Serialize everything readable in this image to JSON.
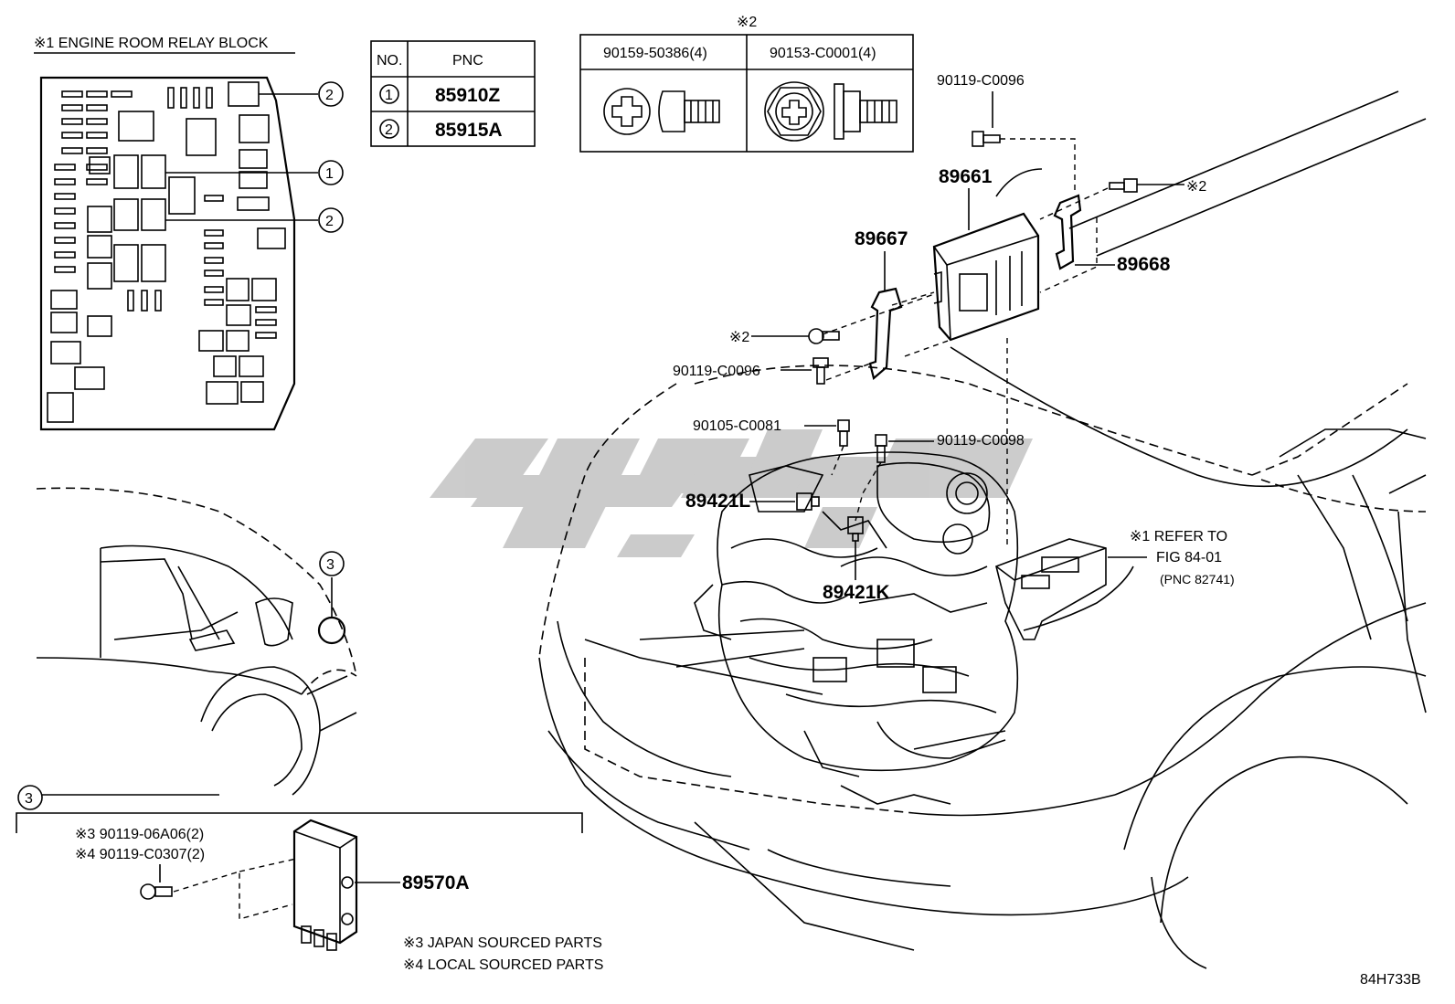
{
  "relay_block": {
    "title": "※1 ENGINE ROOM RELAY BLOCK",
    "callouts": [
      "2",
      "1",
      "2"
    ]
  },
  "pnc_table": {
    "headers": [
      "NO.",
      "PNC"
    ],
    "rows": [
      {
        "no": "1",
        "pnc": "85910Z"
      },
      {
        "no": "2",
        "pnc": "85915A"
      }
    ]
  },
  "screw_table": {
    "note": "※2",
    "col1": "90159-50386(4)",
    "col2": "90153-C0001(4)"
  },
  "parts": {
    "p90119_c0096_top": "90119-C0096",
    "p89661": "89661",
    "note2_right": "※2",
    "p89667": "89667",
    "p89668": "89668",
    "note2_left": "※2",
    "p90119_c0096_left": "90119-C0096",
    "p90105_c0081": "90105-C0081",
    "p90119_c0098": "90119-C0098",
    "p89421l": "89421L",
    "p89421k": "89421K",
    "refer_line1": "※1 REFER TO",
    "refer_line2": "FIG 84-01",
    "refer_line3": "(PNC 82741)"
  },
  "rear_callout": "3",
  "bottom_section": {
    "callout": "3",
    "bolt_line1": "※3 90119-06A06(2)",
    "bolt_line2": "※4 90119-C0307(2)",
    "module_part": "89570A",
    "note3": "※3 JAPAN SOURCED PARTS",
    "note4": "※4 LOCAL SOURCED PARTS"
  },
  "figure_code": "84H733B",
  "colors": {
    "line": "#000000",
    "watermark": "#c8c8c8",
    "background": "#ffffff"
  }
}
